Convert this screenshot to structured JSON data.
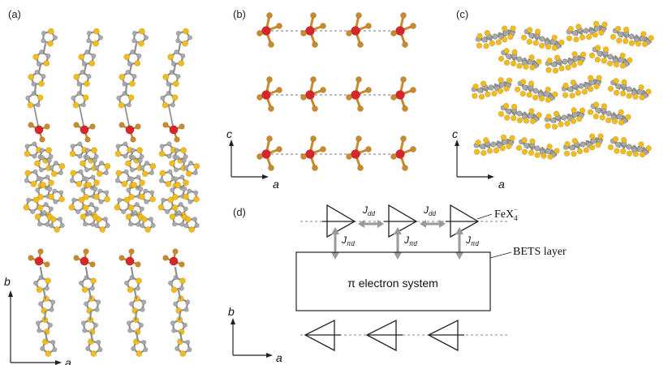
{
  "panels": {
    "a": {
      "label": "(a)",
      "axis_vertical": "b",
      "axis_horizontal": "a"
    },
    "b": {
      "label": "(b)",
      "axis_vertical": "c",
      "axis_horizontal": "a"
    },
    "c": {
      "label": "(c)",
      "axis_vertical": "c",
      "axis_horizontal": "a"
    },
    "d": {
      "label": "(d)",
      "axis_vertical": "b",
      "axis_horizontal": "a",
      "anion_label": "FeX",
      "anion_superscript": "−",
      "anion_subscript": "4",
      "layer_label": "BETS layer",
      "box_label": "π electron system",
      "j_dd_main": "J",
      "j_dd_sub": "dd",
      "j_pid_main": "J",
      "j_pid_sub": "πd"
    }
  },
  "colors": {
    "iron": "#d7262b",
    "halogen": "#c98a2e",
    "sulfur_selenium": "#f2bd1b",
    "carbon": "#a9a9a9",
    "bond": "#8f8f8f",
    "arrow_gray": "#9a9a9a",
    "line_black": "#222222"
  }
}
